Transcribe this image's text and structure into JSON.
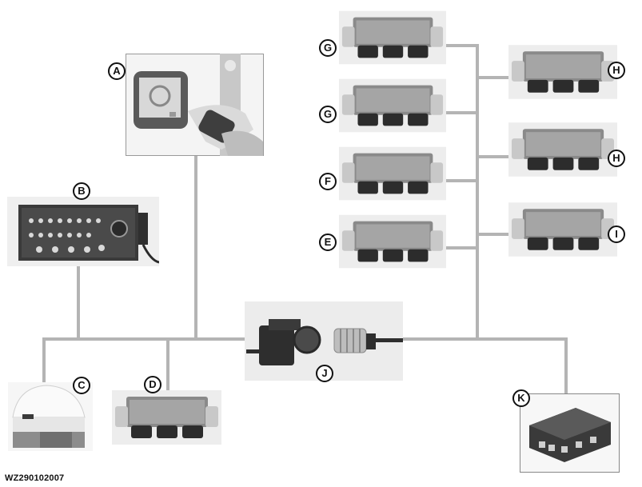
{
  "figure_id": "WZ290102007",
  "components": [
    {
      "key": "A",
      "label": "A"
    },
    {
      "key": "B",
      "label": "B"
    },
    {
      "key": "C",
      "label": "C"
    },
    {
      "key": "D",
      "label": "D"
    },
    {
      "key": "E",
      "label": "E"
    },
    {
      "key": "F",
      "label": "F"
    },
    {
      "key": "G1",
      "label": "G"
    },
    {
      "key": "G2",
      "label": "G"
    },
    {
      "key": "H1",
      "label": "H"
    },
    {
      "key": "H2",
      "label": "H"
    },
    {
      "key": "I",
      "label": "I"
    },
    {
      "key": "J",
      "label": "J"
    },
    {
      "key": "K",
      "label": "K"
    }
  ],
  "wire_color": "#b4b4b4"
}
